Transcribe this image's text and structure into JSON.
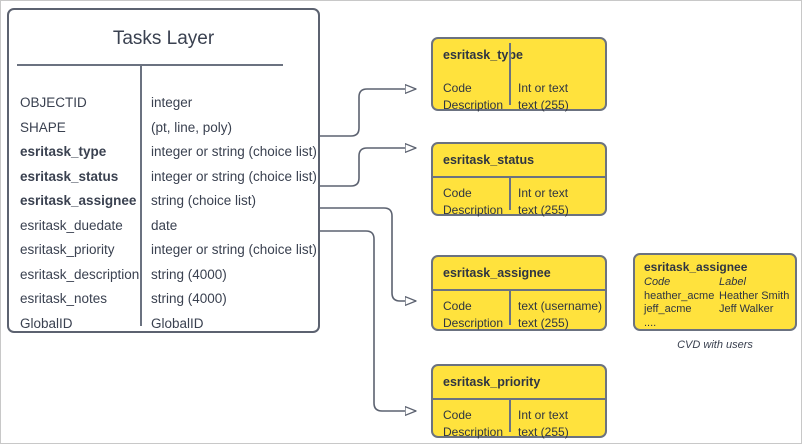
{
  "diagram": {
    "entity": {
      "title": "Tasks Layer",
      "fields": [
        {
          "name": "OBJECTID",
          "type": "integer",
          "bold": false
        },
        {
          "name": "SHAPE",
          "type": "(pt, line, poly)",
          "bold": false
        },
        {
          "name": "esritask_type",
          "type": "integer or string (choice list)",
          "bold": true
        },
        {
          "name": "esritask_status",
          "type": "integer or string (choice list)",
          "bold": true
        },
        {
          "name": "esritask_assignee",
          "type": "string (choice list)",
          "bold": true
        },
        {
          "name": "esritask_duedate",
          "type": "date",
          "bold": false
        },
        {
          "name": "esritask_priority",
          "type": "integer or string (choice list)",
          "bold": false
        },
        {
          "name": "esritask_description",
          "type": "string (4000)",
          "bold": false
        },
        {
          "name": "esritask_notes",
          "type": "string (4000)",
          "bold": false
        },
        {
          "name": "GlobalID",
          "type": "GlobalID",
          "bold": false
        }
      ]
    },
    "domains": [
      {
        "title": "esritask_type",
        "left_lines": [
          "Code",
          "Description"
        ],
        "right_lines": [
          "Int or text",
          "text (255)"
        ]
      },
      {
        "title": "esritask_status",
        "left_lines": [
          "Code",
          "Description"
        ],
        "right_lines": [
          "Int or text",
          "text (255)"
        ]
      },
      {
        "title": "esritask_assignee",
        "left_lines": [
          "Code",
          "Description"
        ],
        "right_lines": [
          "text  (username)",
          "text (255)"
        ]
      },
      {
        "title": "esritask_priority",
        "left_lines": [
          "Code",
          "Description"
        ],
        "right_lines": [
          "Int or text",
          "text (255)"
        ]
      }
    ],
    "cvd": {
      "title": "esritask_assignee",
      "header": {
        "code": "Code",
        "label": "Label"
      },
      "rows": [
        {
          "code": "heather_acme",
          "label": "Heather Smith"
        },
        {
          "code": "jeff_acme",
          "label": "Jeff Walker"
        },
        {
          "code": "....",
          "label": ""
        }
      ],
      "caption": "CVD with users"
    },
    "colors": {
      "domain_fill": "#ffe23d",
      "stroke": "#6b7280",
      "text": "#3a4150",
      "page_border": "#c8c8c8"
    }
  }
}
